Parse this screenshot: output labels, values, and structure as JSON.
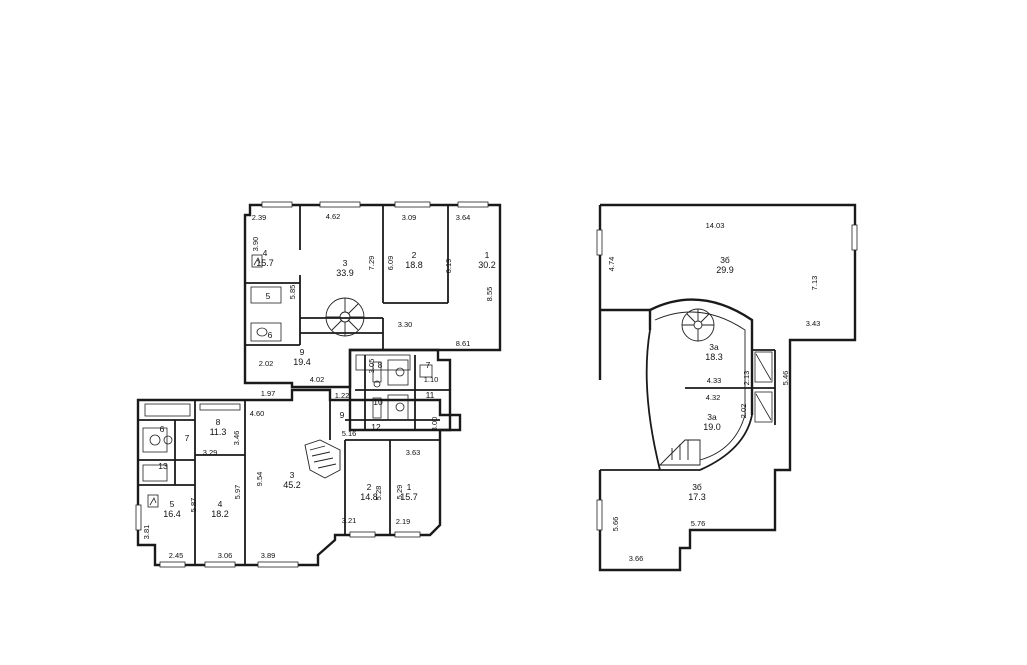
{
  "rooms": [
    {
      "number": "4",
      "area": "15.7"
    },
    {
      "number": "3",
      "area": "33.9"
    },
    {
      "number": "2",
      "area": "18.8"
    },
    {
      "number": "1",
      "area": "30.2"
    },
    {
      "number": "5",
      "area": ""
    },
    {
      "number": "6",
      "area": ""
    },
    {
      "number": "9",
      "area": "19.4"
    },
    {
      "number": "8",
      "area": ""
    },
    {
      "number": "7",
      "area": ""
    },
    {
      "number": "10",
      "area": ""
    },
    {
      "number": "11",
      "area": ""
    },
    {
      "number": "9",
      "area": ""
    },
    {
      "number": "12",
      "area": ""
    },
    {
      "number": "8",
      "area": "11.3"
    },
    {
      "number": "6",
      "area": ""
    },
    {
      "number": "7",
      "area": ""
    },
    {
      "number": "13",
      "area": ""
    },
    {
      "number": "5",
      "area": "16.4"
    },
    {
      "number": "4",
      "area": "18.2"
    },
    {
      "number": "3",
      "area": "45.2"
    },
    {
      "number": "2",
      "area": "14.8"
    },
    {
      "number": "1",
      "area": "15.7"
    },
    {
      "number": "3б",
      "area": "29.9"
    },
    {
      "number": "3а",
      "area": "18.3"
    },
    {
      "number": "3а",
      "area": "19.0"
    },
    {
      "number": "3б",
      "area": "17.3"
    }
  ],
  "dimensions": [
    "2.39",
    "4.62",
    "3.09",
    "3.64",
    "3.90",
    "7.29",
    "6.09",
    "6.19",
    "8.55",
    "5.85",
    "3.30",
    "2.02",
    "3.05",
    "8.61",
    "4.02",
    "1.97",
    "1.10",
    "4.60",
    "1.22",
    "3.46",
    "5.16",
    "3.00",
    "3.29",
    "3.63",
    "9.54",
    "5.97",
    "5.28",
    "5.29",
    "5.87",
    "3.81",
    "3.21",
    "2.19",
    "2.45",
    "3.06",
    "3.89",
    "14.03",
    "4.74",
    "7.13",
    "3.43",
    "2.13",
    "5.46",
    "4.33",
    "4.32",
    "2.02",
    "5.66",
    "5.76",
    "3.66"
  ]
}
